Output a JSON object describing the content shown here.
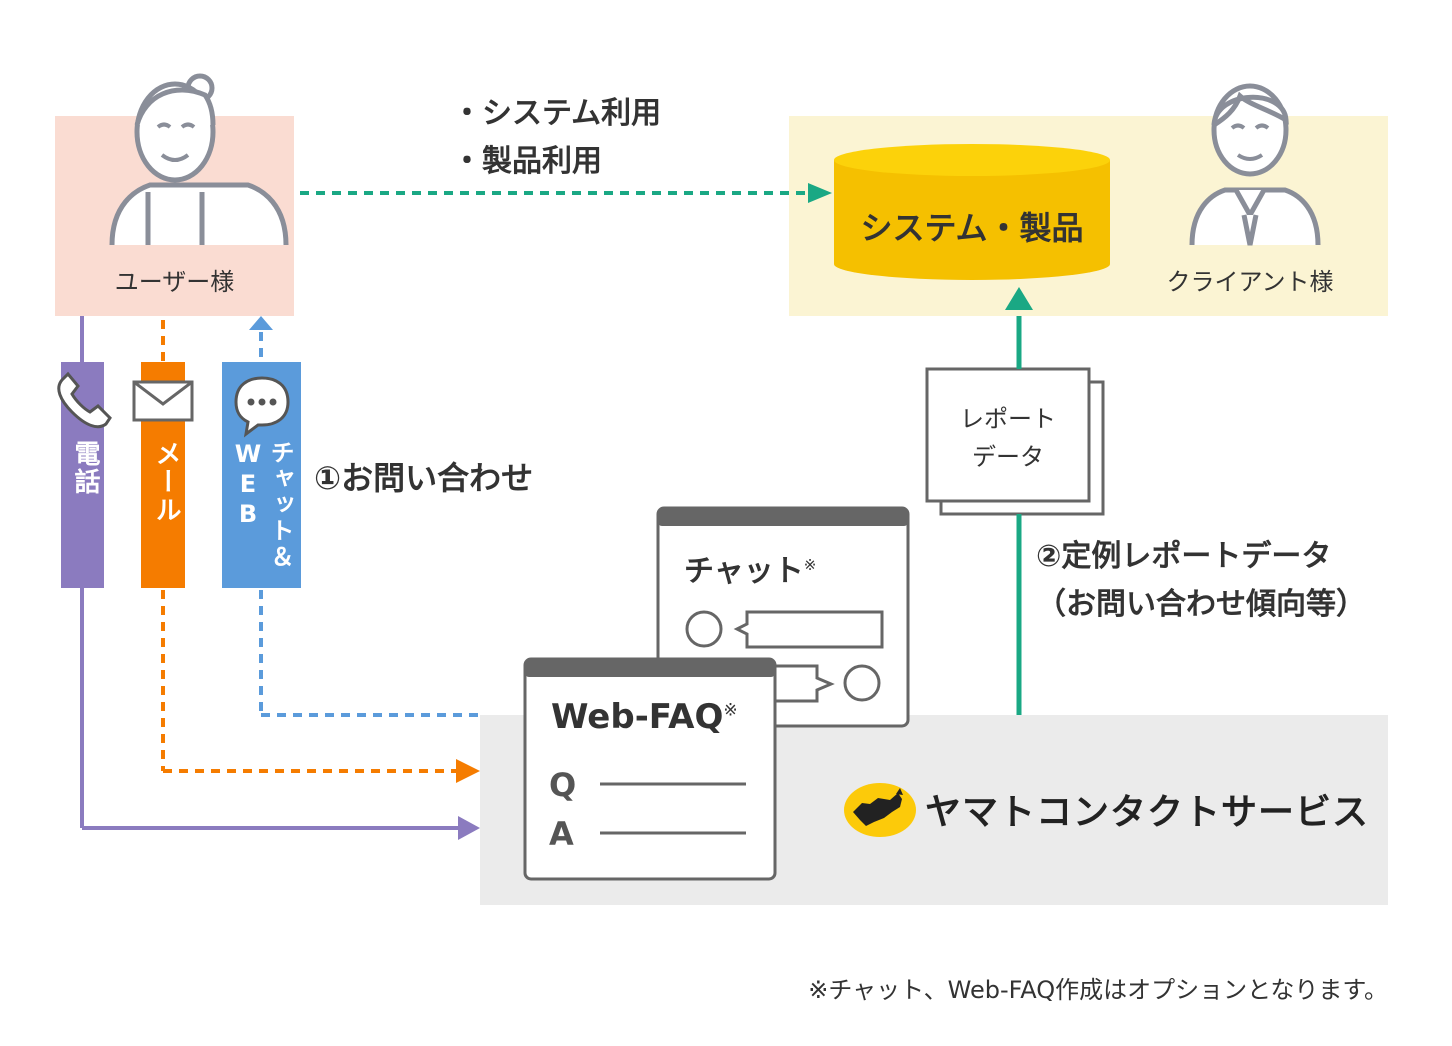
{
  "user": {
    "label": "ユーザー様"
  },
  "client": {
    "label": "クライアント様"
  },
  "usage": {
    "line1": "・システム利用",
    "line2": "・製品利用"
  },
  "system": {
    "label": "システム・製品"
  },
  "channels": [
    {
      "label": "電話",
      "color": "#8b7bbf"
    },
    {
      "label": "メール",
      "color": "#f57c00"
    },
    {
      "label": "チャット＆",
      "label2": "WEB",
      "color": "#5b9bdb"
    }
  ],
  "inquiry": {
    "label": "①お問い合わせ"
  },
  "report": {
    "line1": "レポート",
    "line2": "データ"
  },
  "regular_report": {
    "line1": "②定例レポートデータ",
    "line2": "（お問い合わせ傾向等）"
  },
  "chat_window": {
    "title": "チャット",
    "mark": "※"
  },
  "faq_window": {
    "title": "Web-FAQ",
    "mark": "※",
    "q": "Q",
    "a": "A"
  },
  "service": {
    "name": "ヤマトコンタクトサービス"
  },
  "footnote": "※チャット、Web-FAQ作成はオプションとなります。",
  "colors": {
    "green": "#1aa884",
    "purple": "#8b7bbf",
    "orange": "#f57c00",
    "blue": "#5b9bdb",
    "yellow": "#fcca0a"
  }
}
